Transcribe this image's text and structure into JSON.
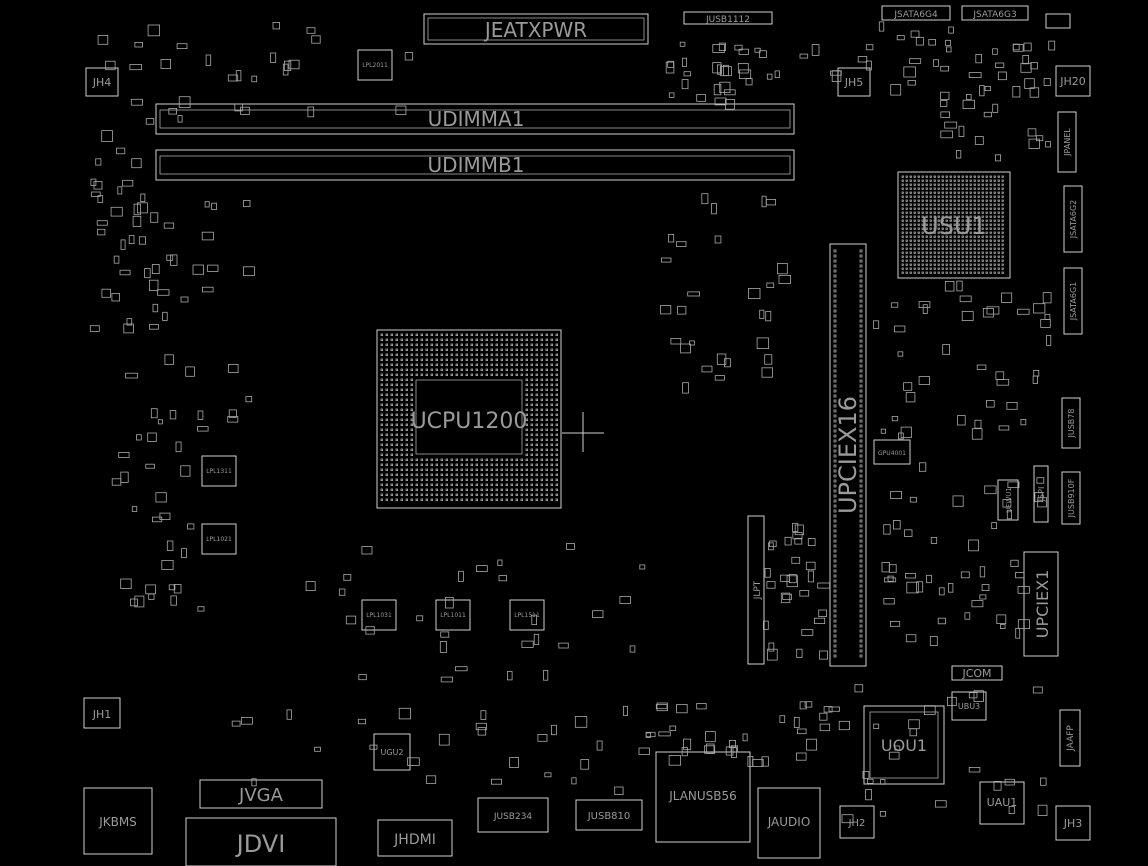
{
  "board_labels": {
    "jeatxpwr": "JEATXPWR",
    "udimma1": "UDIMMA1",
    "udimmb1": "UDIMMB1",
    "jusb1112": "JUSB1112",
    "jsata6g4": "JSATA6G4",
    "jsata6g3": "JSATA6G3",
    "jh4": "JH4",
    "jh5": "JH5",
    "jh20": "JH20",
    "jh1": "JH1",
    "jh2": "JH2",
    "jh3": "JH3",
    "usu1": "USU1",
    "ucpu1": "UCPU1200",
    "upciex16": "UPCIEX16",
    "upciex1": "UPCIEX1",
    "jusb78": "JUSB78",
    "jusb910f": "JUSB910F",
    "jspi": "JSPI",
    "ufwu1": "UFWU1",
    "jpanel": "JPANEL",
    "jsata6g2": "JSATA6G2",
    "jsata6g1": "JSATA6G1",
    "jlpt": "JLPT",
    "jcom": "JCOM",
    "uou1": "UOU1",
    "ubu3": "UBU3",
    "uau1": "UAU1",
    "jaafp": "JAAFP",
    "jkbms": "JKBMS",
    "jvga": "JVGA",
    "jdvi": "JDVI",
    "jhdmi": "JHDMI",
    "jusb234": "JUSB234",
    "jusb810": "JUSB810",
    "jlanusb56": "JLANUSB56",
    "jaudio": "JAUDIO",
    "ugu2": "UGU2",
    "lpl2011": "LPL2011",
    "lpl1311": "LPL1311",
    "lpl1021": "LPL1021",
    "lpl1031": "LPL1031",
    "lpl1011": "LPL1011",
    "lpl1511": "LPL1511",
    "gpu4001": "GPU4001"
  },
  "colors": {
    "background": "#000000",
    "outline": "#cfcfcf",
    "label": "#9a9a9a"
  }
}
